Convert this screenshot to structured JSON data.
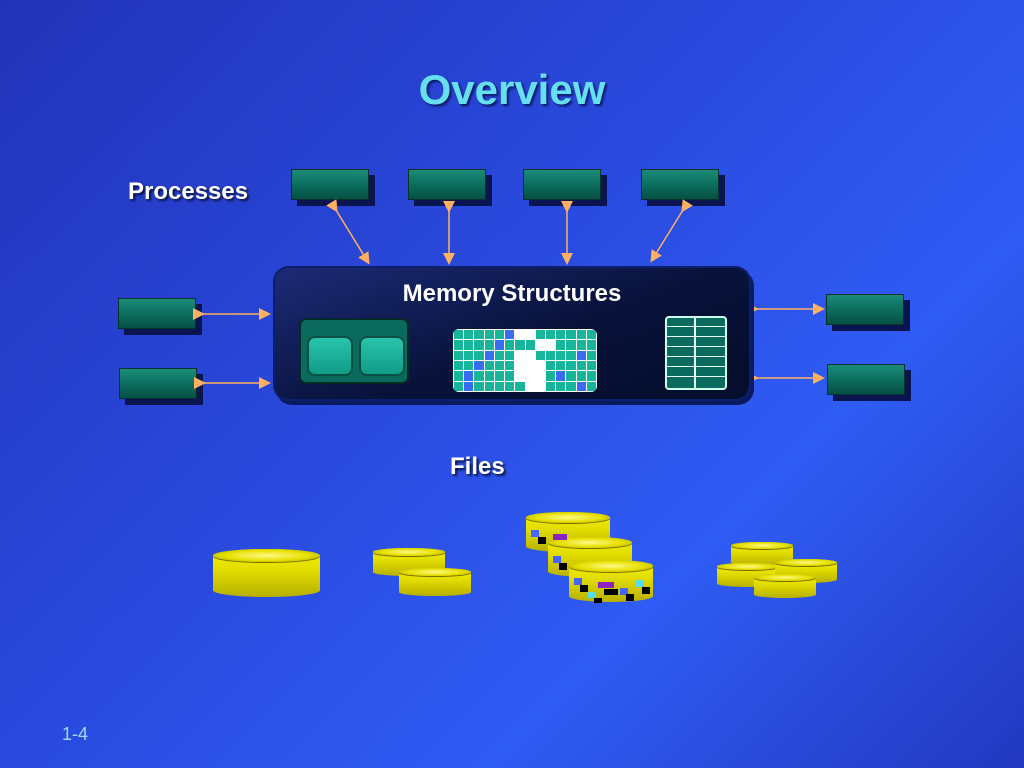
{
  "slide": {
    "title": "Overview",
    "processes_label": "Processes",
    "memory_label": "Memory Structures",
    "files_label": "Files",
    "page_number": "1-4"
  },
  "colors": {
    "process_box": "#0b6b5c",
    "arrow": "#ffb060",
    "disk": "#e4df00",
    "title": "#66e0f0"
  }
}
